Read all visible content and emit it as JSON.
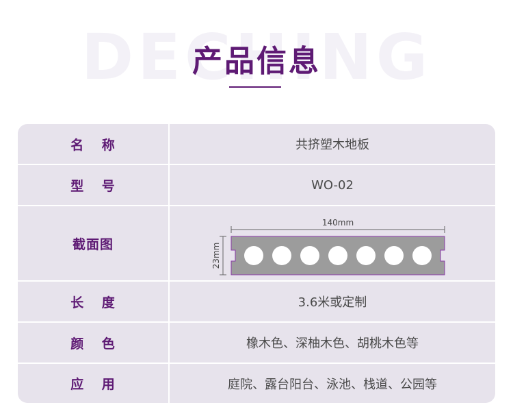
{
  "header": {
    "background_word": "DECHING",
    "title": "产品信息"
  },
  "rows": [
    {
      "label": "名 称",
      "value": "共挤塑木地板"
    },
    {
      "label": "型 号",
      "value": "WO-02"
    },
    {
      "label": "截面图",
      "value": ""
    },
    {
      "label": "长 度",
      "value": "3.6米或定制"
    },
    {
      "label": "颜 色",
      "value": "橡木色、深柚木色、胡桃木色等"
    },
    {
      "label": "应 用",
      "value": "庭院、露台阳台、泳池、栈道、公园等"
    }
  ],
  "cross_section": {
    "width_label": "140mm",
    "height_label": "23mm",
    "hole_count": 7
  },
  "colors": {
    "accent": "#5e1a74",
    "table_bg": "#e7e3ec",
    "profile_fill": "#9c9c9c"
  }
}
